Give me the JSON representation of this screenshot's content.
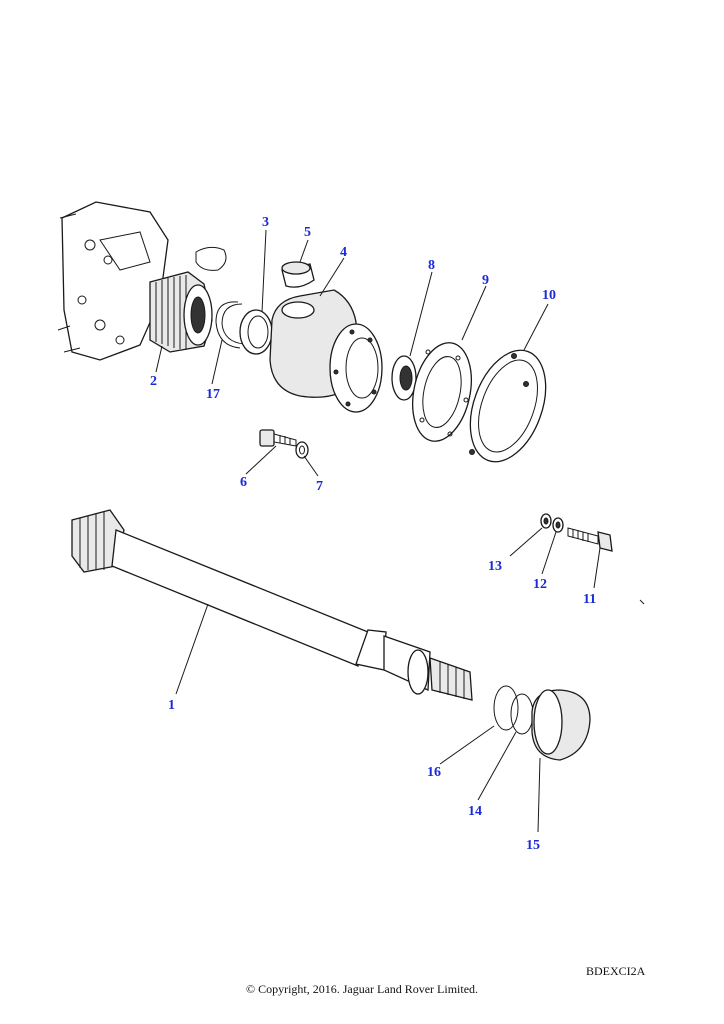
{
  "callouts": {
    "c1": "1",
    "c2": "2",
    "c3": "3",
    "c4": "4",
    "c5": "5",
    "c6": "6",
    "c7": "7",
    "c8": "8",
    "c9": "9",
    "c10": "10",
    "c11": "11",
    "c12": "12",
    "c13": "13",
    "c14": "14",
    "c15": "15",
    "c16": "16",
    "c17": "17"
  },
  "footer": {
    "ref_code": "BDEXCI2A",
    "copyright": "© Copyright, 2016. Jaguar Land Rover Limited."
  },
  "colors": {
    "callout": "#1a2ad6",
    "line": "#1a1a1a"
  }
}
